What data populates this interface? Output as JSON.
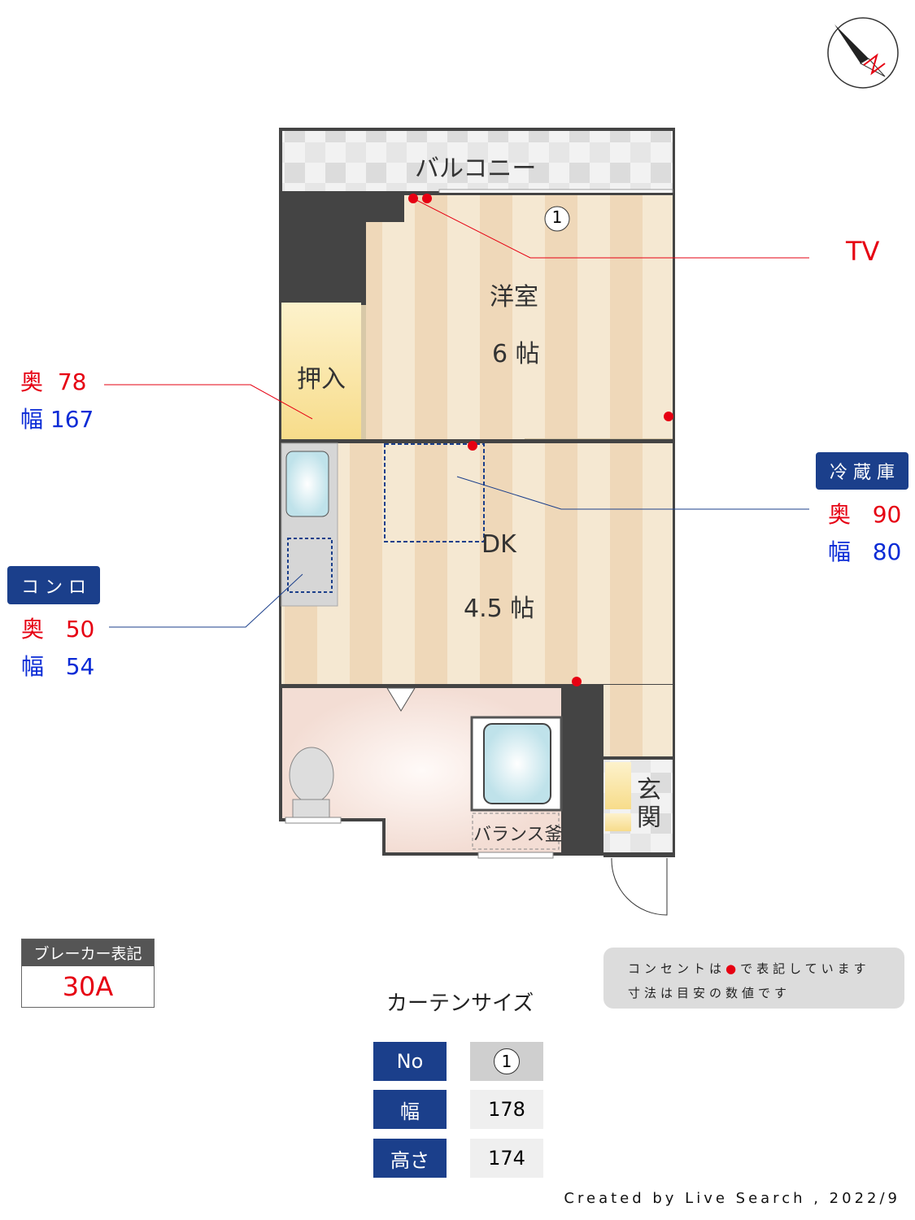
{
  "rooms": {
    "balcony": "バルコニー",
    "western_room": "洋室",
    "western_room_size": "6 帖",
    "closet": "押入",
    "dk": "DK",
    "dk_size": "4.5 帖",
    "water_heater": "バランス釜",
    "entrance": "玄関"
  },
  "window_marker": "1",
  "tv_label": "TV",
  "closet_dims": {
    "depth_label": "奥",
    "depth": "78",
    "width_label": "幅",
    "width": "167"
  },
  "fridge": {
    "title": "冷 蔵 庫",
    "depth_label": "奥",
    "depth": "90",
    "width_label": "幅",
    "width": "80"
  },
  "stove": {
    "title": "コ ン ロ",
    "depth_label": "奥",
    "depth": "50",
    "width_label": "幅",
    "width": "54"
  },
  "breaker": {
    "title": "ブレーカー表記",
    "value": "30A"
  },
  "note": {
    "line1a": "コンセントは",
    "line1b": "で表記しています",
    "line2": "寸法は目安の数値です"
  },
  "curtain": {
    "title": "カーテンサイズ",
    "rows": [
      {
        "label": "No",
        "value": "1"
      },
      {
        "label": "幅",
        "value": "178"
      },
      {
        "label": "高さ",
        "value": "174"
      }
    ]
  },
  "credit": "Created by Live Search , 2022/9",
  "colors": {
    "outlet": "#e60012",
    "navy": "#1b3f8b",
    "wall": "#474747"
  }
}
